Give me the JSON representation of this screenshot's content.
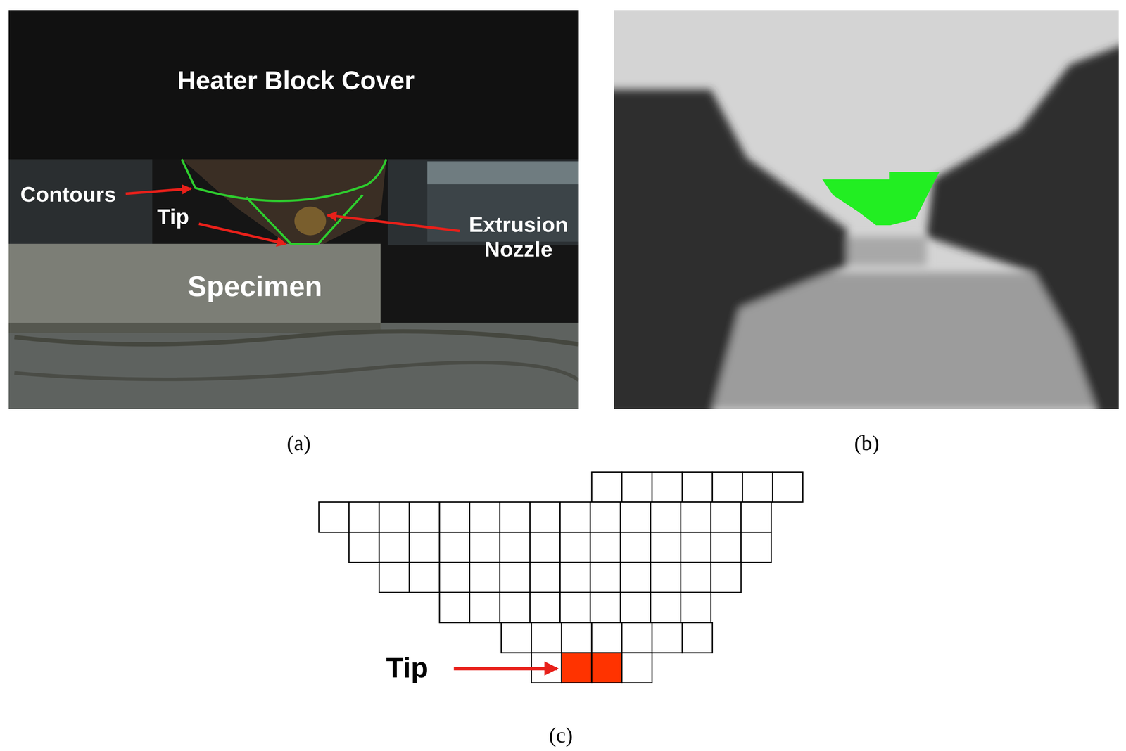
{
  "diagram": {
    "labels": [
      "Heater Block Cover",
      "Contours",
      "Tip",
      "Extrusion Nozzle",
      "Specimen",
      "(a)",
      "(b)",
      "Tip",
      "(c)"
    ]
  }
}
